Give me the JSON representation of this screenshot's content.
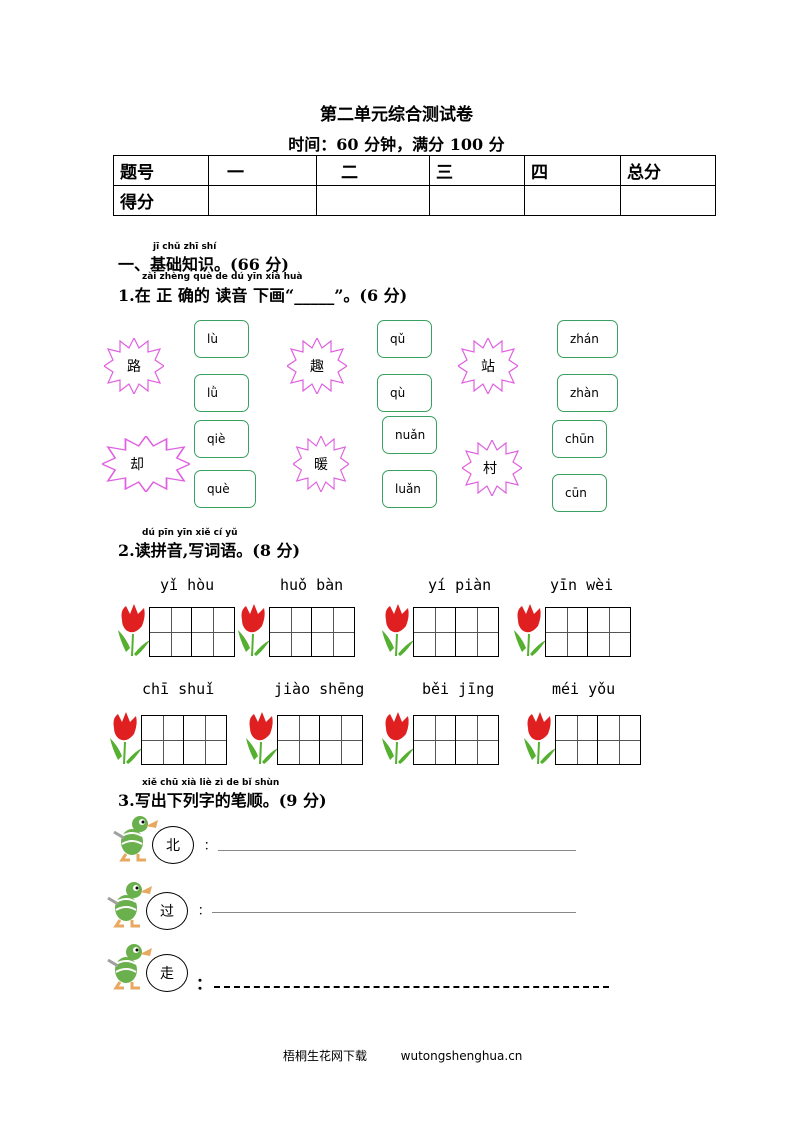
{
  "header": {
    "title": "第二单元综合测试卷",
    "subtitle": "时间：60 分钟，满分 100 分"
  },
  "score_table": {
    "row1": [
      "题号",
      "一",
      "二",
      "三",
      "四",
      "总分"
    ],
    "row2": [
      "得分",
      "",
      "",
      "",
      "",
      ""
    ]
  },
  "section1": {
    "heading": "一、基础知识。(66 分)",
    "heading_pinyin": "jī chǔ zhī shí",
    "q1_pinyin": "zài zhèng què de dú yīn xià huà",
    "q1": "1.在 正 确的 读音 下画“_____”。(6 分)",
    "stars": [
      {
        "char": "路",
        "options": [
          "lù",
          "lǜ"
        ]
      },
      {
        "char": "趣",
        "options": [
          "qǔ",
          "qù"
        ]
      },
      {
        "char": "站",
        "options": [
          "zhán",
          "zhàn"
        ]
      },
      {
        "char": "却",
        "options": [
          "qiè",
          "què"
        ]
      },
      {
        "char": "暖",
        "options": [
          "nuǎn",
          "luǎn"
        ]
      },
      {
        "char": "村",
        "options": [
          "chūn",
          "cūn"
        ]
      }
    ],
    "q2_pinyin": "dú pīn yīn   xiě cí yǔ",
    "q2": "2.读拼音,写词语。(8 分)",
    "words_row1": [
      "yǐ  hòu",
      "huǒ  bàn",
      "yí  piàn",
      "yīn  wèi"
    ],
    "words_row2": [
      "chī  shuǐ",
      "jiào  shēng",
      "běi  jīng",
      "méi  yǒu"
    ],
    "q3_pinyin": "xiě chū xià liè  zì  de  bǐ shùn",
    "q3": "3.写出下列字的笔顺。(9 分)",
    "strokes": [
      {
        "char": "北",
        "colon": "："
      },
      {
        "char": "过",
        "colon": "："
      },
      {
        "char": "走",
        "colon": "："
      }
    ]
  },
  "footer": {
    "site_name": "梧桐生花网下载",
    "site_url": "wutongshenghua.cn"
  },
  "colors": {
    "star_outline": "#e060e0",
    "box_border": "#3aa060",
    "tulip_red": "#e02020",
    "leaf_green": "#55b030"
  }
}
